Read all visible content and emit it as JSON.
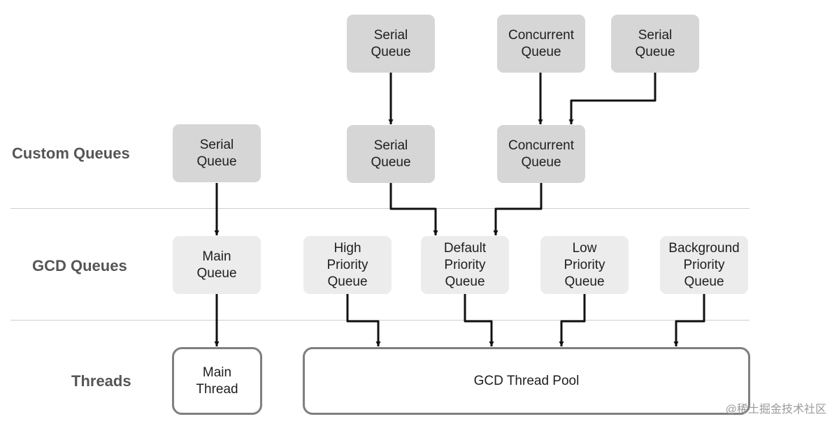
{
  "rows": {
    "custom": "Custom Queues",
    "gcd": "GCD Queues",
    "threads": "Threads"
  },
  "custom_queues": {
    "top_serial_1": "Serial\nQueue",
    "top_concurrent": "Concurrent\nQueue",
    "top_serial_2": "Serial\nQueue",
    "serial_left": "Serial\nQueue",
    "serial_mid": "Serial\nQueue",
    "concurrent_mid": "Concurrent\nQueue"
  },
  "gcd_queues": {
    "main": "Main\nQueue",
    "high": "High\nPriority\nQueue",
    "default": "Default\nPriority\nQueue",
    "low": "Low\nPriority\nQueue",
    "background": "Background\nPriority\nQueue"
  },
  "threads": {
    "main": "Main\nThread",
    "pool": "GCD Thread Pool"
  },
  "watermark": "@稀土掘金技术社区",
  "colors": {
    "custom_box": "#d6d6d6",
    "gcd_box": "#ececec",
    "thread_border": "#7f7f7f",
    "arrow": "#111111"
  }
}
